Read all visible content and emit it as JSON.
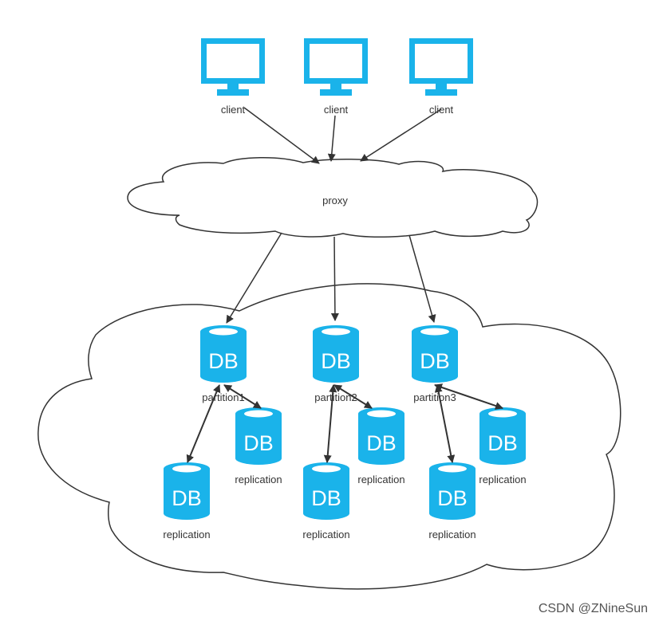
{
  "clients": [
    {
      "label": "client"
    },
    {
      "label": "client"
    },
    {
      "label": "client"
    }
  ],
  "proxy": {
    "label": "proxy"
  },
  "partitions": [
    {
      "label": "partition1",
      "db_text": "DB"
    },
    {
      "label": "partition2",
      "db_text": "DB"
    },
    {
      "label": "partition3",
      "db_text": "DB"
    }
  ],
  "replications": [
    {
      "label": "replication",
      "db_text": "DB"
    },
    {
      "label": "replication",
      "db_text": "DB"
    },
    {
      "label": "replication",
      "db_text": "DB"
    },
    {
      "label": "replication",
      "db_text": "DB"
    },
    {
      "label": "replication",
      "db_text": "DB"
    },
    {
      "label": "replication",
      "db_text": "DB"
    }
  ],
  "watermark": "CSDN @ZNineSun",
  "colors": {
    "accent": "#1ab3ea",
    "line": "#333333"
  }
}
